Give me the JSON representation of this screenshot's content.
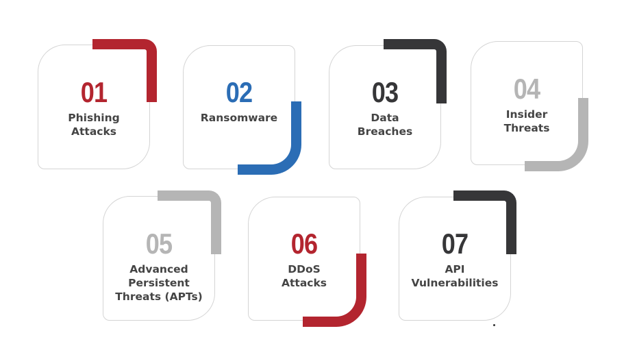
{
  "colors": {
    "red": "#b3252f",
    "blue": "#2b6db5",
    "dark": "#363638",
    "gray": "#b5b5b5",
    "card_border": "#d4d4d4",
    "label_text": "#444444"
  },
  "cards": [
    {
      "number": "01",
      "label": "Phishing\nAttacks",
      "accent": "red",
      "bracket": "top-right"
    },
    {
      "number": "02",
      "label": "Ransomware",
      "accent": "blue",
      "bracket": "bottom-right"
    },
    {
      "number": "03",
      "label": "Data\nBreaches",
      "accent": "dark",
      "bracket": "top-right"
    },
    {
      "number": "04",
      "label": "Insider\nThreats",
      "accent": "gray",
      "bracket": "bottom-right"
    },
    {
      "number": "05",
      "label": "Advanced\nPersistent\nThreats (APTs)",
      "accent": "gray",
      "bracket": "top-right"
    },
    {
      "number": "06",
      "label": "DDoS\nAttacks",
      "accent": "red",
      "bracket": "bottom-right"
    },
    {
      "number": "07",
      "label": "API\nVulnerabilities",
      "accent": "dark",
      "bracket": "top-right"
    }
  ]
}
